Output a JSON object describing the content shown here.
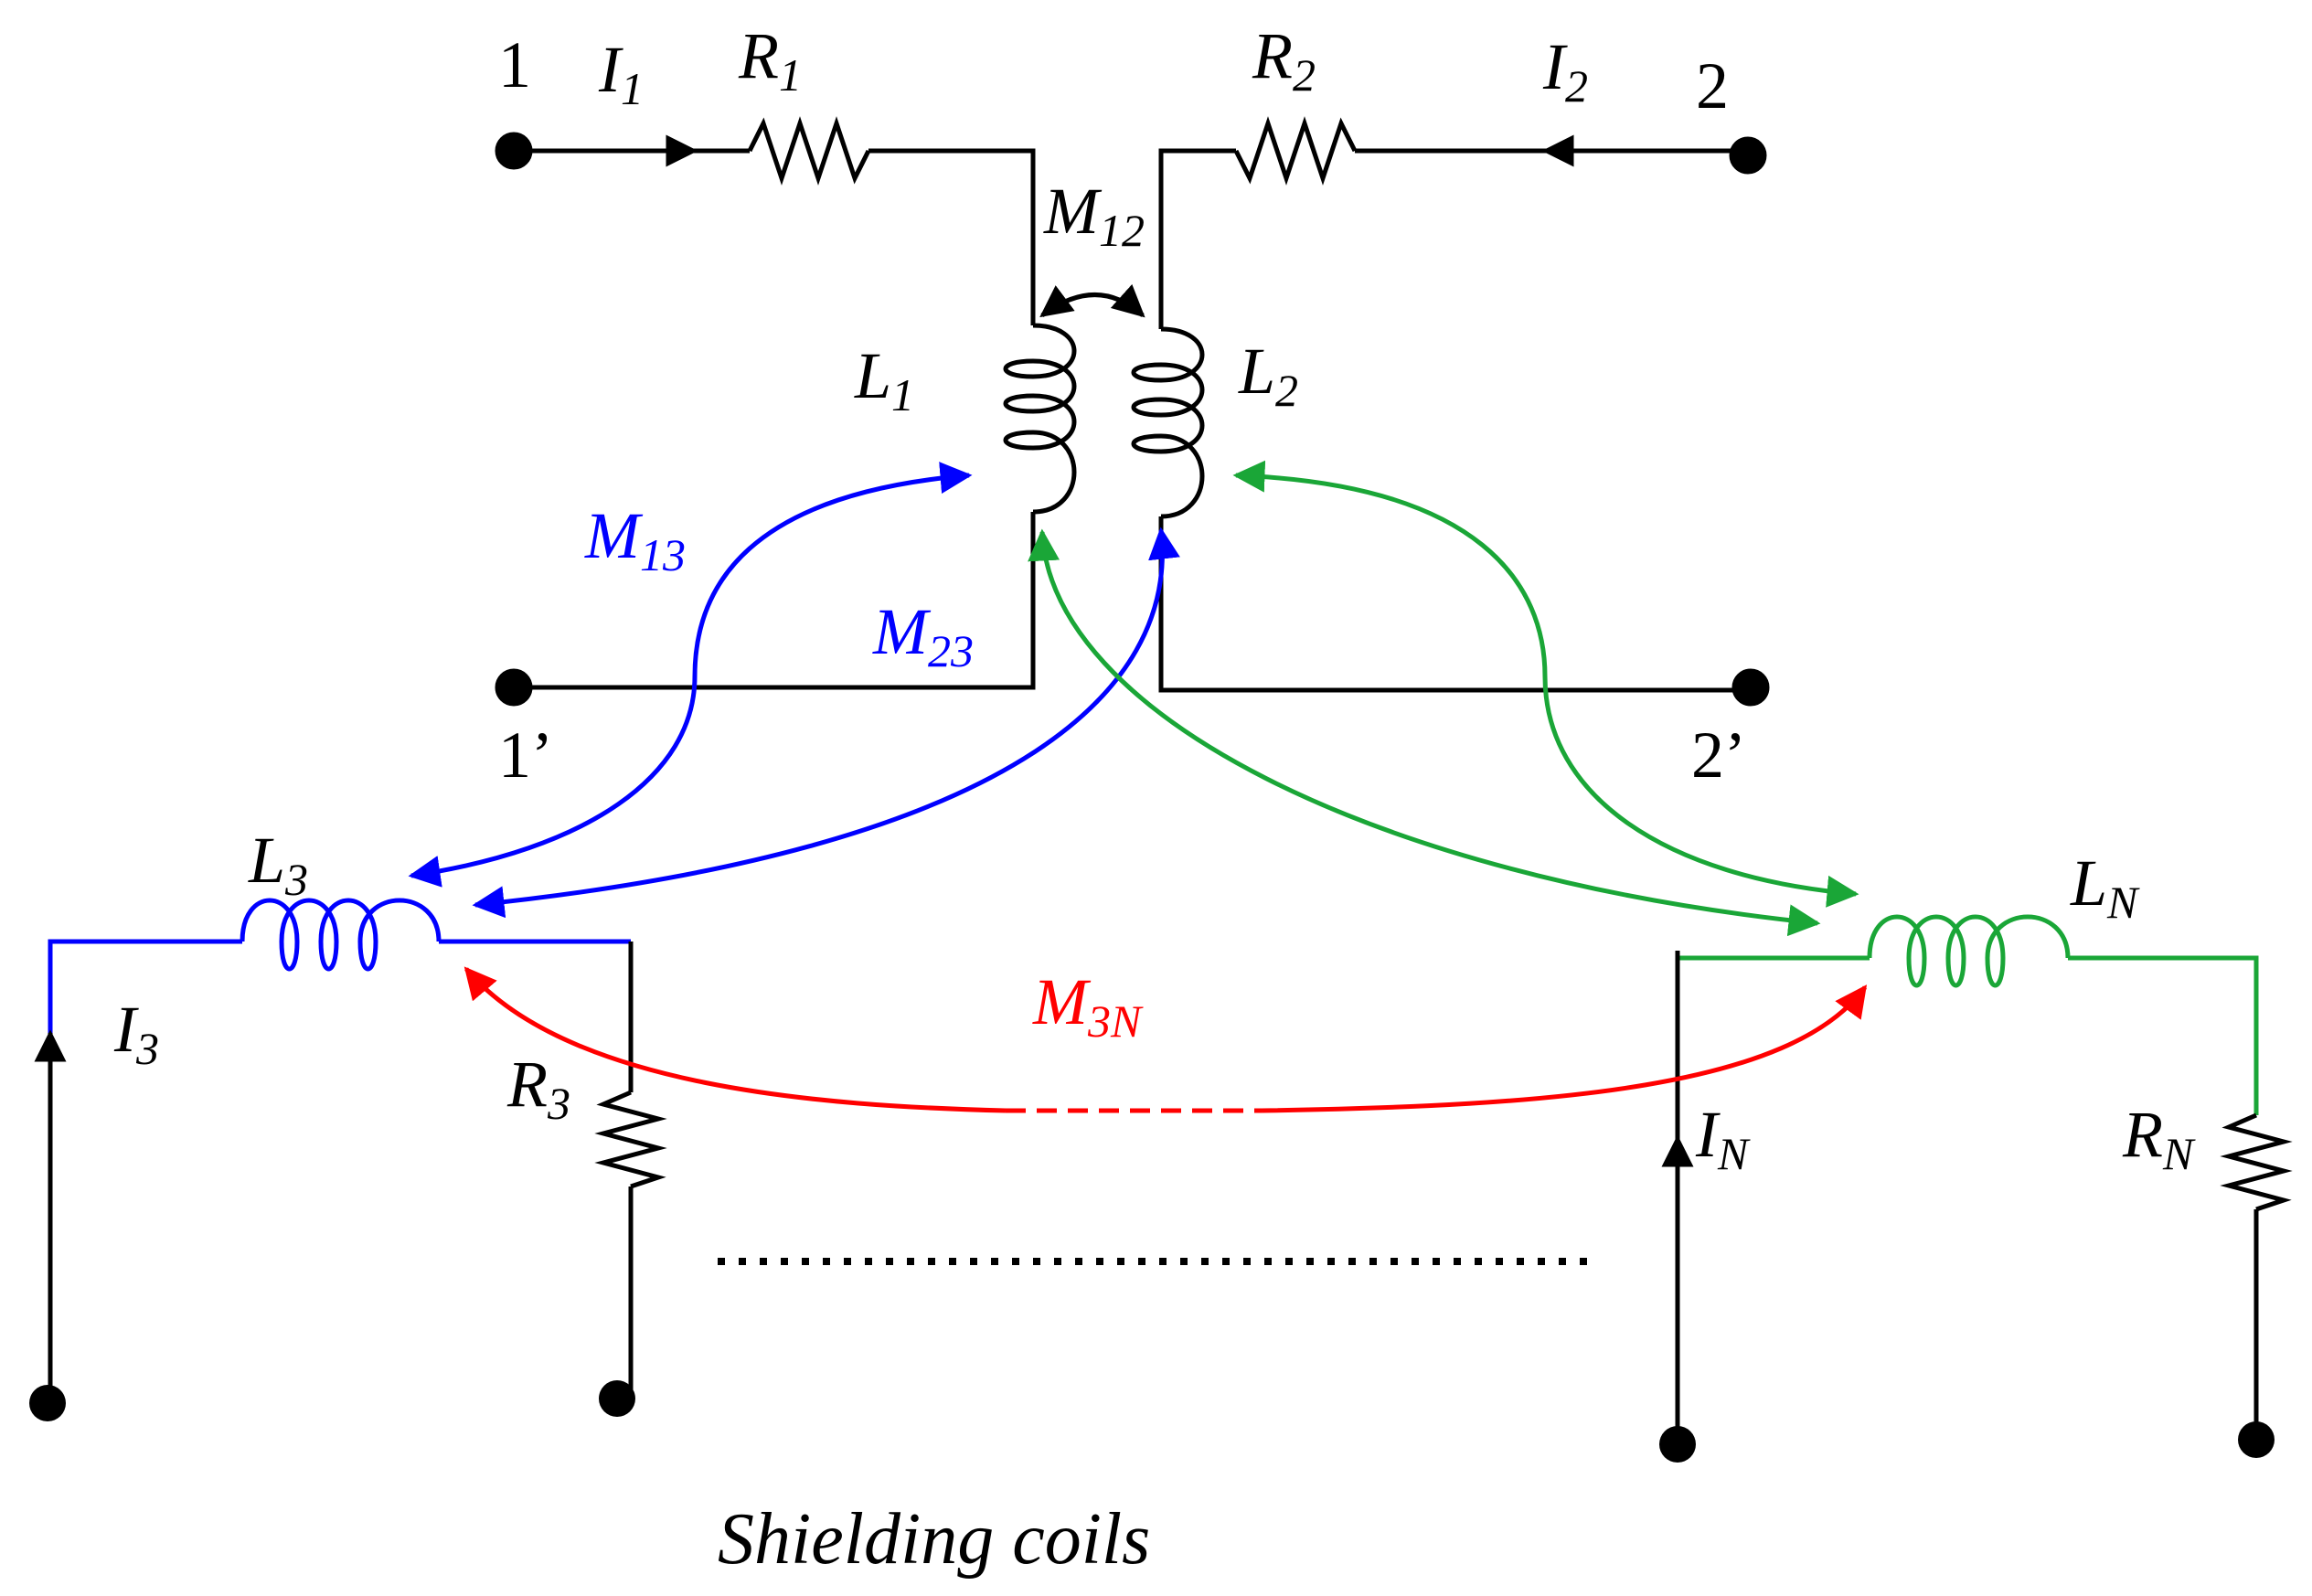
{
  "terminals": {
    "t1": "1",
    "t1p": "1’",
    "t2": "2",
    "t2p": "2’"
  },
  "labels": {
    "I1": {
      "main": "I",
      "sub": "1"
    },
    "I2": {
      "main": "I",
      "sub": "2"
    },
    "I3": {
      "main": "I",
      "sub": "3"
    },
    "IN": {
      "main": "I",
      "sub": "N"
    },
    "R1": {
      "main": "R",
      "sub": "1"
    },
    "R2": {
      "main": "R",
      "sub": "2"
    },
    "R3": {
      "main": "R",
      "sub": "3"
    },
    "RN": {
      "main": "R",
      "sub": "N"
    },
    "L1": {
      "main": "L",
      "sub": "1"
    },
    "L2": {
      "main": "L",
      "sub": "2"
    },
    "L3": {
      "main": "L",
      "sub": "3"
    },
    "LN": {
      "main": "L",
      "sub": "N"
    },
    "M12": {
      "main": "M",
      "sub": "12"
    },
    "M13": {
      "main": "M",
      "sub": "13"
    },
    "M23": {
      "main": "M",
      "sub": "23"
    },
    "M3N": {
      "main": "M",
      "sub": "3N"
    }
  },
  "caption": "Shielding coils",
  "colors": {
    "black": "#000000",
    "blue": "#0000ff",
    "green": "#1aa637",
    "red": "#ff0000"
  }
}
